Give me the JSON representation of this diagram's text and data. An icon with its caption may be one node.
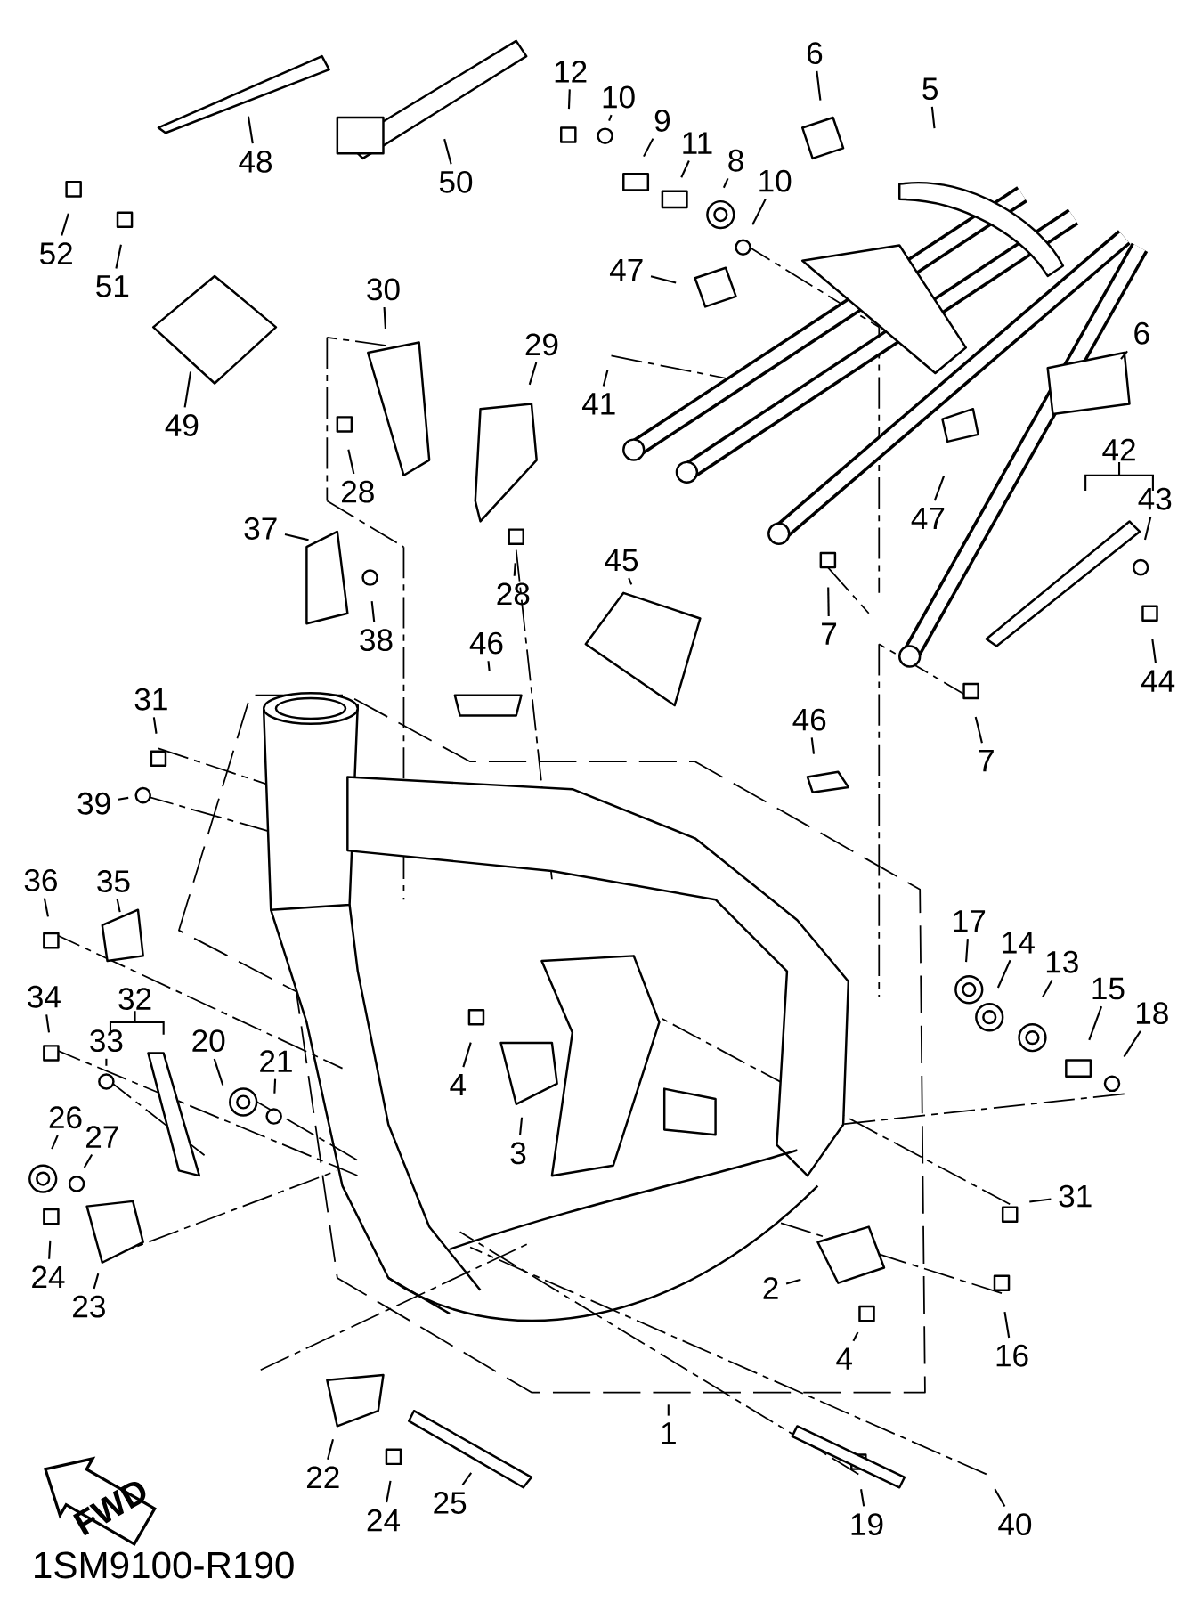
{
  "diagram": {
    "nodes": [
      {
        "text": [
          "12"
        ]
      },
      {
        "text": [
          "10"
        ]
      },
      {
        "text": [
          "9"
        ]
      },
      {
        "text": [
          "11"
        ]
      },
      {
        "text": [
          "8"
        ]
      },
      {
        "text": [
          "10"
        ]
      },
      {
        "text": [
          "6"
        ]
      },
      {
        "text": [
          "5"
        ]
      },
      {
        "text": [
          "48"
        ]
      },
      {
        "text": [
          "50"
        ]
      },
      {
        "text": [
          "52"
        ]
      },
      {
        "text": [
          "51"
        ]
      },
      {
        "text": [
          "47"
        ]
      },
      {
        "text": [
          "30"
        ]
      },
      {
        "text": [
          "29"
        ]
      },
      {
        "text": [
          "41"
        ]
      },
      {
        "text": [
          "49"
        ]
      },
      {
        "text": [
          "6"
        ]
      },
      {
        "text": [
          "28"
        ]
      },
      {
        "text": [
          "28"
        ]
      },
      {
        "text": [
          "43"
        ]
      },
      {
        "text": [
          "47"
        ]
      },
      {
        "text": [
          "37"
        ]
      },
      {
        "text": [
          "38"
        ]
      },
      {
        "text": [
          "45"
        ]
      },
      {
        "text": [
          "7"
        ]
      },
      {
        "text": [
          "44"
        ]
      },
      {
        "text": [
          "46"
        ]
      },
      {
        "text": [
          "31"
        ]
      },
      {
        "text": [
          "46"
        ]
      },
      {
        "text": [
          "7"
        ]
      },
      {
        "text": [
          "39"
        ]
      },
      {
        "text": [
          "36"
        ]
      },
      {
        "text": [
          "35"
        ]
      },
      {
        "text": [
          "17"
        ]
      },
      {
        "text": [
          "14"
        ]
      },
      {
        "text": [
          "13"
        ]
      },
      {
        "text": [
          "15"
        ]
      },
      {
        "text": [
          "18"
        ]
      },
      {
        "text": [
          "34"
        ]
      },
      {
        "text": [
          "33"
        ]
      },
      {
        "text": [
          "20"
        ]
      },
      {
        "text": [
          "21"
        ]
      },
      {
        "text": [
          "4"
        ]
      },
      {
        "text": [
          "3"
        ]
      },
      {
        "text": [
          "26"
        ]
      },
      {
        "text": [
          "27"
        ]
      },
      {
        "text": [
          "31"
        ]
      },
      {
        "text": [
          "24"
        ]
      },
      {
        "text": [
          "23"
        ]
      },
      {
        "text": [
          "2"
        ]
      },
      {
        "text": [
          "4"
        ]
      },
      {
        "text": [
          "16"
        ]
      },
      {
        "text": [
          "1"
        ]
      },
      {
        "text": [
          "22"
        ]
      },
      {
        "text": [
          "24"
        ]
      },
      {
        "text": [
          "25"
        ]
      },
      {
        "text": [
          "19"
        ]
      },
      {
        "text": [
          "40"
        ]
      },
      {
        "text": [
          "FWD"
        ]
      }
    ],
    "edges": [
      {
        "from": 0,
        "to": null,
        "arrow": "none"
      },
      {
        "from": 1,
        "to": null,
        "arrow": "none"
      },
      {
        "from": 2,
        "to": null,
        "arrow": "none"
      },
      {
        "from": 3,
        "to": null,
        "arrow": "none"
      },
      {
        "from": 4,
        "to": null,
        "arrow": "none"
      },
      {
        "from": 5,
        "to": null,
        "arrow": "none"
      },
      {
        "from": 6,
        "to": null,
        "arrow": "none"
      },
      {
        "from": 7,
        "to": null,
        "arrow": "none"
      },
      {
        "from": 8,
        "to": null,
        "arrow": "none"
      },
      {
        "from": 9,
        "to": null,
        "arrow": "none"
      },
      {
        "from": 10,
        "to": null,
        "arrow": "none"
      },
      {
        "from": 11,
        "to": null,
        "arrow": "none"
      },
      {
        "from": 12,
        "to": null,
        "arrow": "none"
      },
      {
        "from": 13,
        "to": null,
        "arrow": "none"
      },
      {
        "from": 14,
        "to": null,
        "arrow": "none"
      },
      {
        "from": 15,
        "to": null,
        "arrow": "none"
      },
      {
        "from": 16,
        "to": null,
        "arrow": "none"
      },
      {
        "from": 17,
        "to": null,
        "arrow": "none"
      },
      {
        "from": 18,
        "to": null,
        "arrow": "none"
      },
      {
        "from": 19,
        "to": null,
        "arrow": "none"
      },
      {
        "from": 20,
        "to": null,
        "arrow": "none"
      },
      {
        "from": 21,
        "to": null,
        "arrow": "none"
      },
      {
        "from": 22,
        "to": null,
        "arrow": "none"
      },
      {
        "from": 23,
        "to": null,
        "arrow": "none"
      },
      {
        "from": 24,
        "to": null,
        "arrow": "none"
      },
      {
        "from": 25,
        "to": null,
        "arrow": "none"
      },
      {
        "from": 26,
        "to": null,
        "arrow": "none"
      },
      {
        "from": 27,
        "to": null,
        "arrow": "none"
      },
      {
        "from": 28,
        "to": null,
        "arrow": "none"
      },
      {
        "from": 29,
        "to": null,
        "arrow": "none"
      },
      {
        "from": 30,
        "to": null,
        "arrow": "none"
      },
      {
        "from": 31,
        "to": null,
        "arrow": "none"
      },
      {
        "from": 32,
        "to": null,
        "arrow": "none"
      },
      {
        "from": 33,
        "to": null,
        "arrow": "none"
      },
      {
        "from": 34,
        "to": null,
        "arrow": "none"
      },
      {
        "from": 35,
        "to": null,
        "arrow": "none"
      },
      {
        "from": 36,
        "to": null,
        "arrow": "none"
      },
      {
        "from": 37,
        "to": null,
        "arrow": "none"
      },
      {
        "from": 38,
        "to": null,
        "arrow": "none"
      },
      {
        "from": 39,
        "to": null,
        "arrow": "none"
      },
      {
        "from": 40,
        "to": null,
        "arrow": "none"
      },
      {
        "from": 41,
        "to": null,
        "arrow": "none"
      },
      {
        "from": 42,
        "to": null,
        "arrow": "none"
      },
      {
        "from": 43,
        "to": null,
        "arrow": "none"
      },
      {
        "from": 44,
        "to": null,
        "arrow": "none"
      },
      {
        "from": 45,
        "to": null,
        "arrow": "none"
      },
      {
        "from": 46,
        "to": null,
        "arrow": "none"
      },
      {
        "from": 47,
        "to": null,
        "arrow": "none"
      },
      {
        "from": 48,
        "to": null,
        "arrow": "none"
      },
      {
        "from": 49,
        "to": null,
        "arrow": "none"
      },
      {
        "from": 50,
        "to": null,
        "arrow": "none"
      },
      {
        "from": 51,
        "to": null,
        "arrow": "none"
      },
      {
        "from": 52,
        "to": null,
        "arrow": "none"
      },
      {
        "from": 53,
        "to": null,
        "arrow": "none"
      },
      {
        "from": 54,
        "to": null,
        "arrow": "none"
      },
      {
        "from": 55,
        "to": null,
        "arrow": "none"
      },
      {
        "from": 56,
        "to": null,
        "arrow": "none"
      },
      {
        "from": 57,
        "to": null,
        "arrow": "none"
      },
      {
        "from": 58,
        "to": null,
        "arrow": "none"
      }
    ],
    "labels": [
      "42",
      "32",
      "1SM9100-R190"
    ]
  }
}
